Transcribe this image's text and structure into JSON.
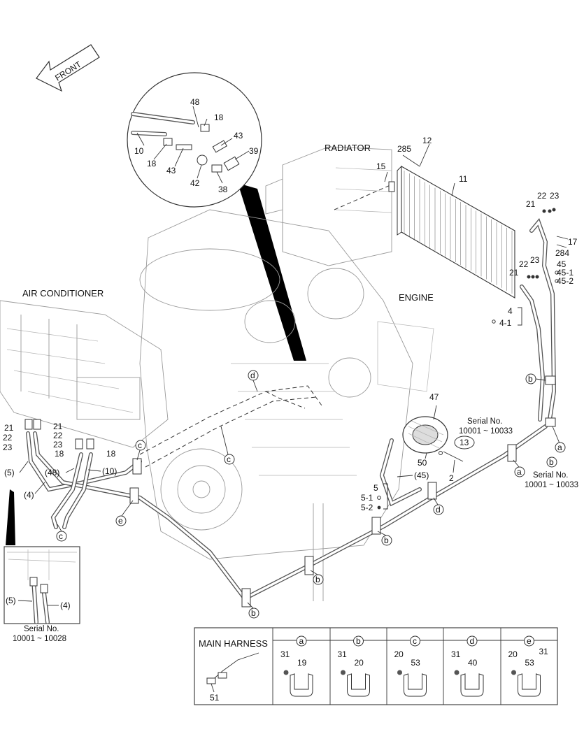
{
  "direction": {
    "front": "FRONT"
  },
  "sections": {
    "radiator": "RADIATOR",
    "engine": "ENGINE",
    "air_conditioner": "AIR CONDITIONER",
    "main_harness": "MAIN HARNESS"
  },
  "parts": {
    "p48": "48",
    "p18a": "18",
    "p10": "10",
    "p18b": "18",
    "p43a": "43",
    "p43b": "43",
    "p39": "39",
    "p42": "42",
    "p38": "38",
    "p285": "285",
    "p12": "12",
    "p15": "15",
    "p11": "11",
    "p21a": "21",
    "p22a": "22",
    "p23a": "23",
    "p17": "17",
    "p284": "284",
    "p21b": "21",
    "p22b": "22",
    "p23b": "23",
    "p45": "45",
    "p45_1": "45-1",
    "p45_2": "45-2",
    "p4": "4",
    "p4_1": "4-1",
    "p47": "47",
    "p13": "13",
    "p50": "50",
    "p2": "2",
    "p45_ref": "(45)",
    "p5": "5",
    "p5_1": "5-1",
    "p5_2": "5-2",
    "p21c": "21",
    "p22c": "22",
    "p23c": "23",
    "p18c": "18",
    "p21d": "21",
    "p22d": "22",
    "p23d": "23",
    "p18d": "18",
    "p5_ref": "(5)",
    "p48_ref": "(48)",
    "p10_ref": "(10)",
    "p4_ref": "(4)",
    "p5_ref2": "(5)",
    "p4_ref2": "(4)",
    "p51": "51"
  },
  "callouts": {
    "a1": "a",
    "a2": "a",
    "a3": "a",
    "b1": "b",
    "b2": "b",
    "b3": "b",
    "b4": "b",
    "b5": "b",
    "c1": "c",
    "c2": "c",
    "c3": "c",
    "d1": "d",
    "d2": "d",
    "e1": "e"
  },
  "serials": {
    "compressor": {
      "label": "Serial No.",
      "range": "10001 ~ 10033"
    },
    "clamp_a": {
      "label": "Serial No.",
      "range": "10001 ~ 10033"
    },
    "inset": {
      "label": "Serial No.",
      "range": "10001 ~ 10028"
    }
  },
  "legend": {
    "cells": [
      {
        "key": "a",
        "parts": [
          "31",
          "19"
        ]
      },
      {
        "key": "b",
        "parts": [
          "31",
          "20"
        ]
      },
      {
        "key": "c",
        "parts": [
          "20",
          "53"
        ]
      },
      {
        "key": "d",
        "parts": [
          "31",
          "40"
        ]
      },
      {
        "key": "e",
        "parts": [
          "20",
          "53",
          "31"
        ]
      }
    ]
  }
}
